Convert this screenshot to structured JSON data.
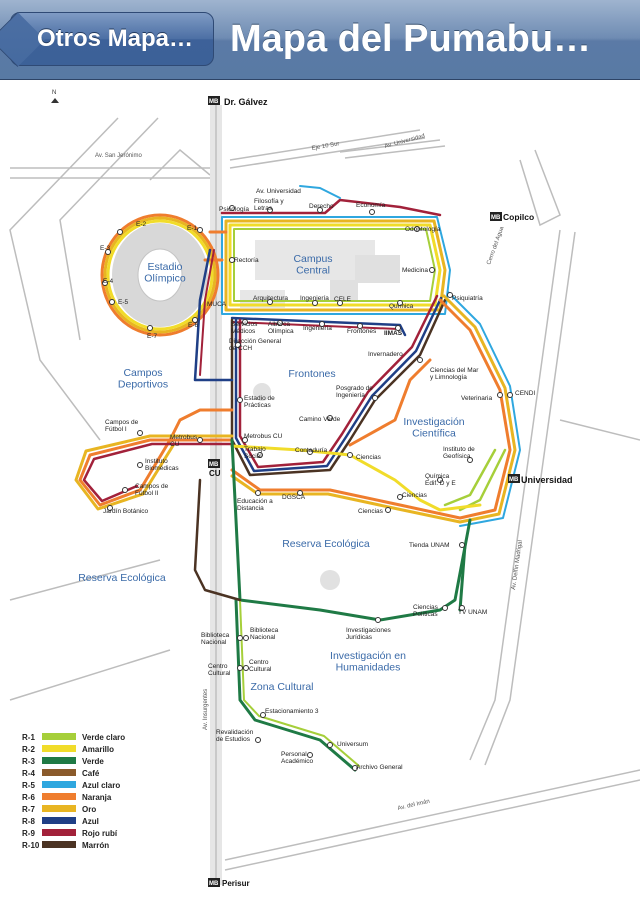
{
  "navbar": {
    "back_label": "Otros Mapa…",
    "title": "Mapa del Pumabu…"
  },
  "map": {
    "north": "N",
    "metrobus_stations": {
      "mb": "MB",
      "dr_galvez": "Dr. Gálvez",
      "copilco": "Copilco",
      "universidad": "Universidad",
      "cu": "CU",
      "perisur": "Perisur"
    },
    "roads": {
      "av_san_jeronimo": "Av. San Jerónimo",
      "eje_10_sur": "Eje 10 Sur",
      "av_universidad": "Av. Universidad",
      "cerro_del_agua": "Cerro del Agua",
      "av_delfin_madrigal": "Av. Delfín Madrigal",
      "av_insurgentes": "Av. Insurgentes",
      "av_del_iman": "Av. del Imán"
    },
    "areas": {
      "estadio_olimpico": "Estadio\nOlímpico",
      "campus_central": "Campus\nCentral",
      "frontones": "Frontones",
      "campos_deportivos": "Campos\nDeportivos",
      "investigacion_cientifica": "Investigación\nCientífica",
      "reserva_ecologica_1": "Reserva Ecológica",
      "reserva_ecologica_2": "Reserva Ecológica",
      "investigacion_humanidades": "Investigación en\nHumanidades",
      "zona_cultural": "Zona Cultural"
    },
    "stops": {
      "e1": "E-1",
      "e2": "E-2",
      "e3": "E-3",
      "e4": "E-4",
      "e5": "E-5",
      "e6": "E-6",
      "e7": "E-7",
      "av_universidad": "Av. Universidad",
      "psicologia": "Psicología",
      "filosofia": "Filosofía y\nLetras",
      "derecho": "Derecho",
      "economia": "Economía",
      "odontologia": "Odontología",
      "rectoria": "Rectoría",
      "medicina": "Medicina",
      "arquitectura": "Arquitectura",
      "ingenieria": "Ingeniería",
      "cele": "CELE",
      "quimica": "Química",
      "psiquiatria": "Psiquiatría",
      "muca": "MUCA",
      "servicios_medicos": "Servicios\nMédicos",
      "alberca": "Alberca\nOlímpica",
      "ingenieria2": "Ingeniería",
      "frontones": "Frontones",
      "iimas": "IIMAS",
      "dir_cch": "Dirección General\nde CCH",
      "invernadero": "Invernadero",
      "ciencias_mar": "Ciencias del Mar\ny Limnología",
      "veterinaria": "Veterinaria",
      "cendi": "CENDI",
      "estadio_practicas": "Estadio de\nPrácticas",
      "posgrado_ing": "Posgrado de\nIngeniería",
      "camino_verde": "Camino Verde",
      "campos_futbol_1": "Campos de\nFútbol I",
      "metrobus_cu_left": "Metrobus\nCU",
      "metrobus_cu": "Metrobus CU",
      "trabajo_social": "Trabajo\nSocial",
      "contaduria": "Contaduría",
      "ciencias_1": "Ciencias",
      "inst_geofisica": "Instituto de\nGeofísica",
      "inst_biomedicas": "Instituto\nBiomédicas",
      "quimica_edif": "Química\nEdif. D y E",
      "ciencias_2": "Ciencias",
      "campos_futbol_2": "Campos de\nFútbol II",
      "jardin_botanico": "Jardín Botánico",
      "educacion_distancia": "Educación a\nDistancia",
      "dgsca": "DGSCA",
      "ciencias_3": "Ciencias",
      "tienda_unam": "Tienda UNAM",
      "ciencias_politicas": "Ciencias\nPolíticas",
      "tv_unam": "TV UNAM",
      "inv_juridicas": "Investigaciones\nJurídicas",
      "biblioteca_nacional_1": "Biblioteca\nNacional",
      "biblioteca_nacional_2": "Biblioteca\nNacional",
      "centro_cultural_1": "Centro\nCultural",
      "centro_cultural_2": "Centro\nCultural",
      "estacionamiento_3": "Estacionamiento 3",
      "revalidacion": "Revalidación\nde Estudios",
      "universum": "Universum",
      "personal_academico": "Personal\nAcadémico",
      "archivo_general": "Archivo General"
    },
    "legend": [
      {
        "code": "R-1",
        "name": "Verde claro",
        "color": "#a6cf3a"
      },
      {
        "code": "R-2",
        "name": "Amarillo",
        "color": "#f1dc2a"
      },
      {
        "code": "R-3",
        "name": "Verde",
        "color": "#1f7a45"
      },
      {
        "code": "R-4",
        "name": "Café",
        "color": "#8a5a2b"
      },
      {
        "code": "R-5",
        "name": "Azul claro",
        "color": "#2fa7df"
      },
      {
        "code": "R-6",
        "name": "Naranja",
        "color": "#ef7d2e"
      },
      {
        "code": "R-7",
        "name": "Oro",
        "color": "#e8b522"
      },
      {
        "code": "R-8",
        "name": "Azul",
        "color": "#1f3f86"
      },
      {
        "code": "R-9",
        "name": "Rojo rubí",
        "color": "#a2213a"
      },
      {
        "code": "R-10",
        "name": "Marrón",
        "color": "#4b3323"
      }
    ]
  }
}
